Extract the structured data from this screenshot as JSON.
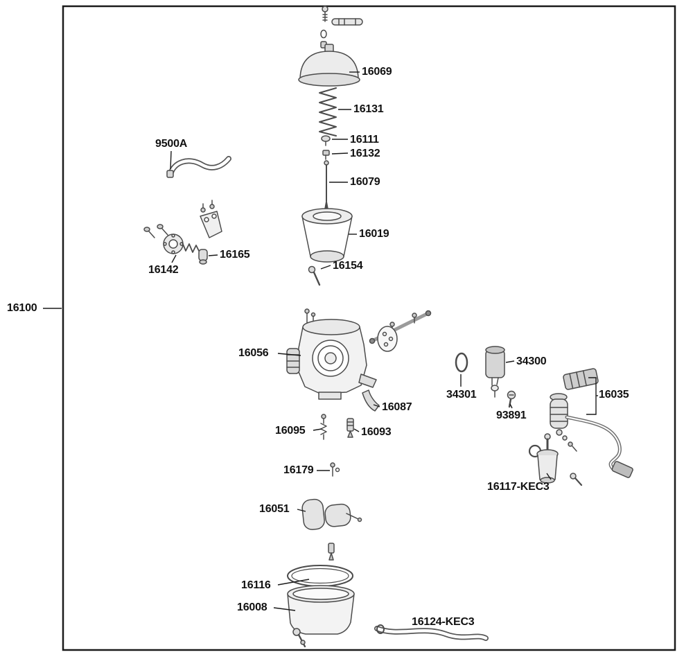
{
  "diagram": {
    "assembly_label": "16100"
  },
  "parts": [
    {
      "label": "16069"
    },
    {
      "label": "16131"
    },
    {
      "label": "16111"
    },
    {
      "label": "16132"
    },
    {
      "label": "16079"
    },
    {
      "label": "16019"
    },
    {
      "label": "16154"
    },
    {
      "label": "9500A"
    },
    {
      "label": "16165"
    },
    {
      "label": "16142"
    },
    {
      "label": "16100"
    },
    {
      "label": "16056"
    },
    {
      "label": "16087"
    },
    {
      "label": "16095"
    },
    {
      "label": "16093"
    },
    {
      "label": "34301"
    },
    {
      "label": "34300"
    },
    {
      "label": "93891"
    },
    {
      "label": "16035"
    },
    {
      "label": "16179"
    },
    {
      "label": "16117-KEC3"
    },
    {
      "label": "16051"
    },
    {
      "label": "16116"
    },
    {
      "label": "16008"
    },
    {
      "label": "16124-KEC3"
    }
  ],
  "colors": {
    "background": "#ffffff",
    "frame": "#1a1a1a",
    "line": "#4b4b4b",
    "label_text": "#111111"
  }
}
